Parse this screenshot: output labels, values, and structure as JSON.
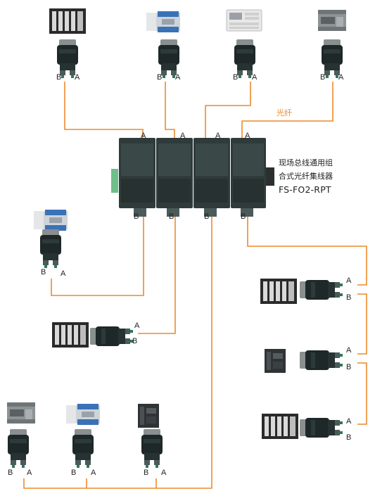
{
  "hub": {
    "title_line1": "现场总线通用组",
    "title_line2": "合式光纤集线器",
    "model": "FS-FO2-RPT"
  },
  "fiber_label": "光纤",
  "port_labels": {
    "a": "A",
    "b": "B"
  },
  "colors": {
    "fiber": "#ec8a2c",
    "hub_body": "#2f3b3a",
    "converter_body": "#1f2a2a"
  }
}
